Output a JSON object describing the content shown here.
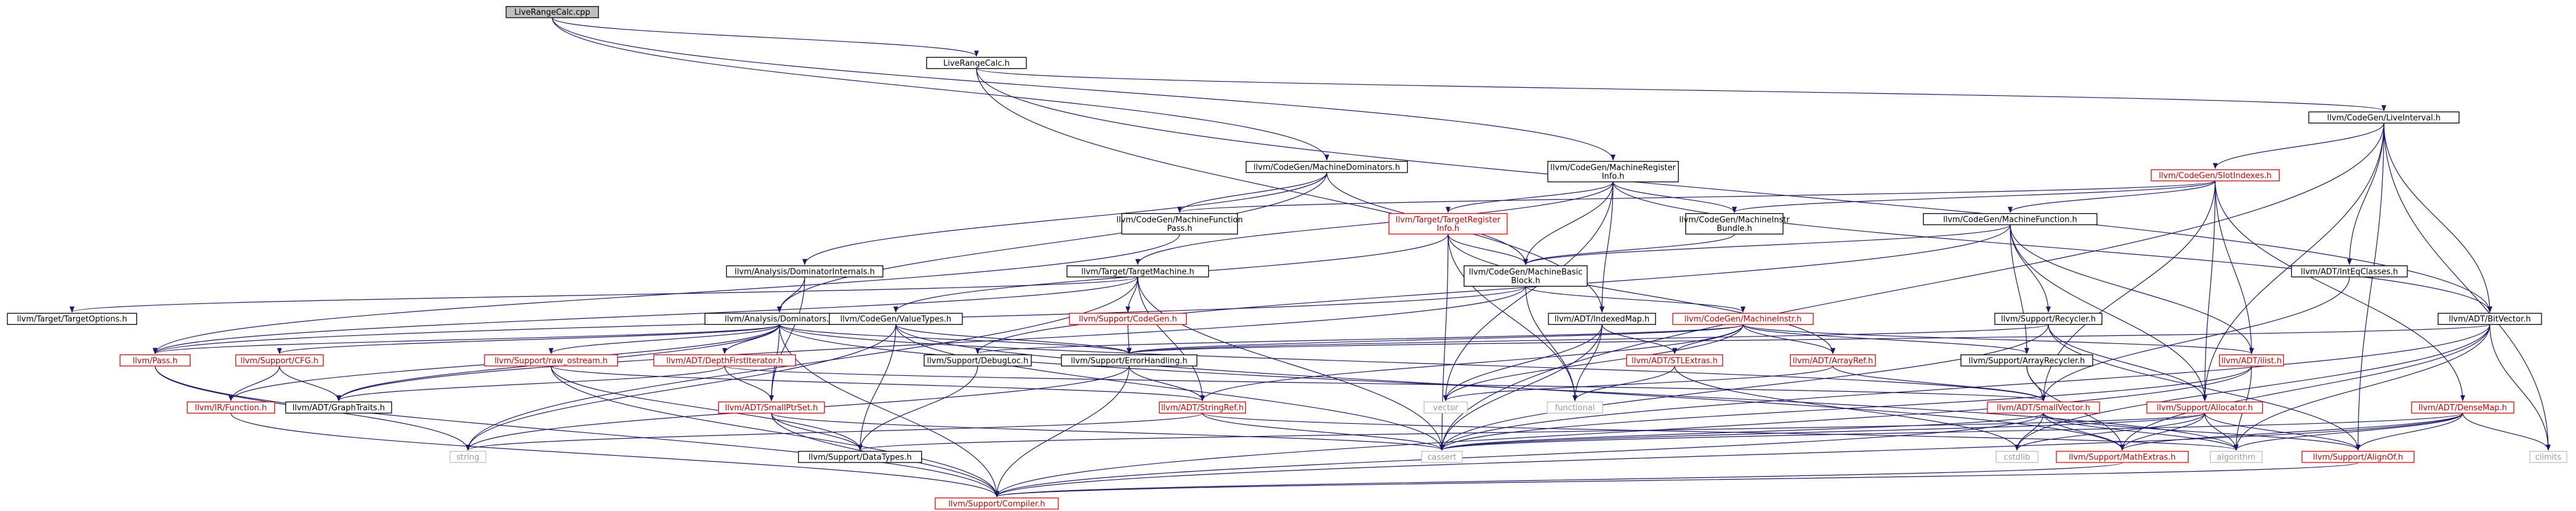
{
  "colors": {
    "edge": "#191970",
    "node_border": "#000000",
    "node_text": "#000000",
    "missing_border": "#bfbfbf",
    "missing_text": "#9a9a9a",
    "red_border": "#ff0000",
    "red_text": "#cc0000",
    "root_fill": "#bfbfbf",
    "node_fill": "#ffffff"
  },
  "nodes": {
    "root": {
      "label": [
        "LiveRangeCalc.cpp"
      ],
      "kind": "root"
    },
    "lrch": {
      "label": [
        "LiveRangeCalc.h"
      ],
      "kind": "normal"
    },
    "mdom": {
      "label": [
        "llvm/CodeGen/MachineDominators.h"
      ],
      "kind": "normal"
    },
    "mreg": {
      "label": [
        "llvm/CodeGen/MachineRegister",
        "Info.h"
      ],
      "kind": "normal"
    },
    "live": {
      "label": [
        "llvm/CodeGen/LiveInterval.h"
      ],
      "kind": "normal"
    },
    "slot": {
      "label": [
        "llvm/CodeGen/SlotIndexes.h"
      ],
      "kind": "red"
    },
    "mfp": {
      "label": [
        "llvm/CodeGen/MachineFunction",
        "Pass.h"
      ],
      "kind": "normal"
    },
    "tri": {
      "label": [
        "llvm/Target/TargetRegister",
        "Info.h"
      ],
      "kind": "red"
    },
    "mib": {
      "label": [
        "llvm/CodeGen/MachineInstr",
        "Bundle.h"
      ],
      "kind": "normal"
    },
    "mfun": {
      "label": [
        "llvm/CodeGen/MachineFunction.h"
      ],
      "kind": "normal"
    },
    "intr": {
      "label": [
        "llvm/ADT/IntEqClasses.h"
      ],
      "kind": "normal"
    },
    "adi": {
      "label": [
        "llvm/Analysis/DominatorInternals.h"
      ],
      "kind": "normal"
    },
    "tm": {
      "label": [
        "llvm/Target/TargetMachine.h"
      ],
      "kind": "normal"
    },
    "mbb": {
      "label": [
        "llvm/CodeGen/MachineBasic",
        "Block.h"
      ],
      "kind": "normal"
    },
    "tgo": {
      "label": [
        "llvm/Target/TargetOptions.h"
      ],
      "kind": "normal"
    },
    "adom": {
      "label": [
        "llvm/Analysis/Dominators.h"
      ],
      "kind": "normal"
    },
    "cvt": {
      "label": [
        "llvm/CodeGen/ValueTypes.h"
      ],
      "kind": "normal"
    },
    "cgen": {
      "label": [
        "llvm/Support/CodeGen.h"
      ],
      "kind": "red"
    },
    "imap": {
      "label": [
        "llvm/ADT/IndexedMap.h"
      ],
      "kind": "normal"
    },
    "minstr": {
      "label": [
        "llvm/CodeGen/MachineInstr.h"
      ],
      "kind": "red"
    },
    "recy": {
      "label": [
        "llvm/Support/Recycler.h"
      ],
      "kind": "normal"
    },
    "bitv": {
      "label": [
        "llvm/ADT/BitVector.h"
      ],
      "kind": "normal"
    },
    "pass": {
      "label": [
        "llvm/Pass.h"
      ],
      "kind": "red"
    },
    "cfg": {
      "label": [
        "llvm/Support/CFG.h"
      ],
      "kind": "red"
    },
    "rawos": {
      "label": [
        "llvm/Support/raw_ostream.h"
      ],
      "kind": "red"
    },
    "dfit": {
      "label": [
        "llvm/ADT/DepthFirstIterator.h"
      ],
      "kind": "red"
    },
    "dbg": {
      "label": [
        "llvm/Support/DebugLoc.h"
      ],
      "kind": "normal"
    },
    "err": {
      "label": [
        "llvm/Support/ErrorHandling.h"
      ],
      "kind": "normal"
    },
    "stle": {
      "label": [
        "llvm/ADT/STLExtras.h"
      ],
      "kind": "red"
    },
    "aref": {
      "label": [
        "llvm/ADT/ArrayRef.h"
      ],
      "kind": "red"
    },
    "arecy": {
      "label": [
        "llvm/Support/ArrayRecycler.h"
      ],
      "kind": "normal"
    },
    "ilist": {
      "label": [
        "llvm/ADT/ilist.h"
      ],
      "kind": "red"
    },
    "irfn": {
      "label": [
        "llvm/IR/Function.h"
      ],
      "kind": "red"
    },
    "gt": {
      "label": [
        "llvm/ADT/GraphTraits.h"
      ],
      "kind": "normal"
    },
    "sps": {
      "label": [
        "llvm/ADT/SmallPtrSet.h"
      ],
      "kind": "red"
    },
    "sref": {
      "label": [
        "llvm/ADT/StringRef.h"
      ],
      "kind": "red"
    },
    "vector": {
      "label": [
        "vector"
      ],
      "kind": "missing"
    },
    "functional": {
      "label": [
        "functional"
      ],
      "kind": "missing"
    },
    "svec": {
      "label": [
        "llvm/ADT/SmallVector.h"
      ],
      "kind": "red"
    },
    "alloc": {
      "label": [
        "llvm/Support/Allocator.h"
      ],
      "kind": "red"
    },
    "dmap": {
      "label": [
        "llvm/ADT/DenseMap.h"
      ],
      "kind": "red"
    },
    "string": {
      "label": [
        "string"
      ],
      "kind": "missing"
    },
    "dtypes": {
      "label": [
        "llvm/Support/DataTypes.h"
      ],
      "kind": "normal"
    },
    "cassert": {
      "label": [
        "cassert"
      ],
      "kind": "missing"
    },
    "cstdlib": {
      "label": [
        "cstdlib"
      ],
      "kind": "missing"
    },
    "mathx": {
      "label": [
        "llvm/Support/MathExtras.h"
      ],
      "kind": "red"
    },
    "algorithm": {
      "label": [
        "algorithm"
      ],
      "kind": "missing"
    },
    "alignof": {
      "label": [
        "llvm/Support/AlignOf.h"
      ],
      "kind": "red"
    },
    "climits": {
      "label": [
        "climits"
      ],
      "kind": "missing"
    },
    "compiler": {
      "label": [
        "llvm/Support/Compiler.h"
      ],
      "kind": "red"
    }
  },
  "edges": [
    [
      "root",
      "lrch"
    ],
    [
      "root",
      "mdom"
    ],
    [
      "root",
      "mreg"
    ],
    [
      "lrch",
      "live"
    ],
    [
      "lrch",
      "bitv"
    ],
    [
      "lrch",
      "imap"
    ],
    [
      "mdom",
      "mfp"
    ],
    [
      "mdom",
      "adom"
    ],
    [
      "mdom",
      "adi"
    ],
    [
      "mdom",
      "mbb"
    ],
    [
      "mreg",
      "tri"
    ],
    [
      "mreg",
      "mib"
    ],
    [
      "mreg",
      "tm"
    ],
    [
      "mreg",
      "bitv"
    ],
    [
      "mreg",
      "imap"
    ],
    [
      "mreg",
      "vector"
    ],
    [
      "mreg",
      "mbb"
    ],
    [
      "live",
      "slot"
    ],
    [
      "live",
      "intr"
    ],
    [
      "live",
      "bitv"
    ],
    [
      "live",
      "alloc"
    ],
    [
      "live",
      "cassert"
    ],
    [
      "live",
      "alignof"
    ],
    [
      "live",
      "climits"
    ],
    [
      "slot",
      "mfun"
    ],
    [
      "slot",
      "mib"
    ],
    [
      "slot",
      "mfp"
    ],
    [
      "slot",
      "ilist"
    ],
    [
      "slot",
      "dmap"
    ],
    [
      "slot",
      "svec"
    ],
    [
      "slot",
      "alloc"
    ],
    [
      "mfp",
      "pass"
    ],
    [
      "tri",
      "mbb"
    ],
    [
      "tri",
      "cvt"
    ],
    [
      "tri",
      "aref"
    ],
    [
      "tri",
      "functional"
    ],
    [
      "tri",
      "cassert"
    ],
    [
      "mib",
      "mbb"
    ],
    [
      "mfun",
      "mbb"
    ],
    [
      "mfun",
      "arecy"
    ],
    [
      "mfun",
      "recy"
    ],
    [
      "mfun",
      "ilist"
    ],
    [
      "mfun",
      "dbg"
    ],
    [
      "mfun",
      "alloc"
    ],
    [
      "intr",
      "svec"
    ],
    [
      "adi",
      "adom"
    ],
    [
      "adi",
      "sps"
    ],
    [
      "tm",
      "tgo"
    ],
    [
      "tm",
      "cgen"
    ],
    [
      "tm",
      "sref"
    ],
    [
      "tm",
      "pass"
    ],
    [
      "tm",
      "cassert"
    ],
    [
      "tm",
      "string"
    ],
    [
      "mbb",
      "minstr"
    ],
    [
      "mbb",
      "pass"
    ],
    [
      "mbb",
      "gt"
    ],
    [
      "mbb",
      "functional"
    ],
    [
      "adom",
      "pass"
    ],
    [
      "adom",
      "cfg"
    ],
    [
      "adom",
      "gt"
    ],
    [
      "adom",
      "dfit"
    ],
    [
      "adom",
      "sps"
    ],
    [
      "adom",
      "svec"
    ],
    [
      "adom",
      "rawos"
    ],
    [
      "adom",
      "irfn"
    ],
    [
      "adom",
      "err"
    ],
    [
      "adom",
      "algorithm"
    ],
    [
      "adom",
      "compiler"
    ],
    [
      "cvt",
      "err"
    ],
    [
      "cvt",
      "dtypes"
    ],
    [
      "cvt",
      "mathx"
    ],
    [
      "cvt",
      "cassert"
    ],
    [
      "cvt",
      "string"
    ],
    [
      "cgen",
      "err"
    ],
    [
      "imap",
      "stle"
    ],
    [
      "imap",
      "vector"
    ],
    [
      "imap",
      "functional"
    ],
    [
      "imap",
      "cassert"
    ],
    [
      "minstr",
      "stle"
    ],
    [
      "minstr",
      "aref"
    ],
    [
      "minstr",
      "dbg"
    ],
    [
      "minstr",
      "ilist"
    ],
    [
      "minstr",
      "arecy"
    ],
    [
      "minstr",
      "err"
    ],
    [
      "minstr",
      "vector"
    ],
    [
      "minstr",
      "sref"
    ],
    [
      "recy",
      "alloc"
    ],
    [
      "recy",
      "alignof"
    ],
    [
      "recy",
      "err"
    ],
    [
      "recy",
      "cassert"
    ],
    [
      "bitv",
      "err"
    ],
    [
      "bitv",
      "mathx"
    ],
    [
      "bitv",
      "algorithm"
    ],
    [
      "bitv",
      "cassert"
    ],
    [
      "bitv",
      "climits"
    ],
    [
      "bitv",
      "cstdlib"
    ],
    [
      "pass",
      "string"
    ],
    [
      "pass",
      "compiler"
    ],
    [
      "cfg",
      "gt"
    ],
    [
      "cfg",
      "irfn"
    ],
    [
      "rawos",
      "sref"
    ],
    [
      "rawos",
      "compiler"
    ],
    [
      "rawos",
      "dtypes"
    ],
    [
      "dfit",
      "gt"
    ],
    [
      "dfit",
      "sps"
    ],
    [
      "dfit",
      "svec"
    ],
    [
      "dbg",
      "dtypes"
    ],
    [
      "err",
      "sref"
    ],
    [
      "err",
      "compiler"
    ],
    [
      "err",
      "string"
    ],
    [
      "stle",
      "cstdlib"
    ],
    [
      "stle",
      "functional"
    ],
    [
      "aref",
      "svec"
    ],
    [
      "aref",
      "vector"
    ],
    [
      "arecy",
      "svec"
    ],
    [
      "arecy",
      "mathx"
    ],
    [
      "ilist",
      "algorithm"
    ],
    [
      "ilist",
      "cassert"
    ],
    [
      "ilist",
      "compiler"
    ],
    [
      "irfn",
      "compiler"
    ],
    [
      "sps",
      "compiler"
    ],
    [
      "sps",
      "dtypes"
    ],
    [
      "sps",
      "cassert"
    ],
    [
      "sref",
      "string"
    ],
    [
      "sref",
      "algorithm"
    ],
    [
      "sref",
      "cassert"
    ],
    [
      "svec",
      "alignof"
    ],
    [
      "svec",
      "compiler"
    ],
    [
      "svec",
      "mathx"
    ],
    [
      "svec",
      "algorithm"
    ],
    [
      "svec",
      "cassert"
    ],
    [
      "svec",
      "cstdlib"
    ],
    [
      "alloc",
      "alignof"
    ],
    [
      "alloc",
      "dtypes"
    ],
    [
      "alloc",
      "mathx"
    ],
    [
      "alloc",
      "algorithm"
    ],
    [
      "alloc",
      "cassert"
    ],
    [
      "alloc",
      "cstdlib"
    ],
    [
      "dmap",
      "alignof"
    ],
    [
      "dmap",
      "compiler"
    ],
    [
      "dmap",
      "mathx"
    ],
    [
      "dmap",
      "algorithm"
    ],
    [
      "dmap",
      "cassert"
    ],
    [
      "dmap",
      "climits"
    ],
    [
      "mathx",
      "compiler"
    ],
    [
      "alignof",
      "compiler"
    ]
  ]
}
